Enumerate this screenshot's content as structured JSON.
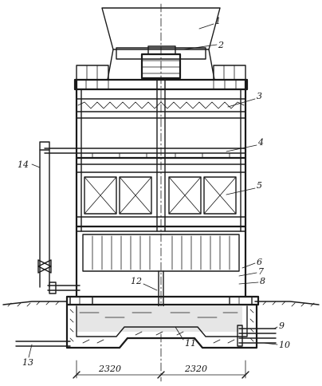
{
  "labels": {
    "l1": "1",
    "l2": "2",
    "l3": "3",
    "l4": "4",
    "l5": "5",
    "l6": "6",
    "l7": "7",
    "l8": "8",
    "l9": "9",
    "l10": "10",
    "l11": "11",
    "l12": "12",
    "l13": "13",
    "l14": "14"
  },
  "dimensions": {
    "left_span": "2320",
    "right_span": "2320"
  },
  "colors": {
    "ink": "#1a1a1a",
    "paper": "#ffffff",
    "water": "#dcdcdc"
  }
}
